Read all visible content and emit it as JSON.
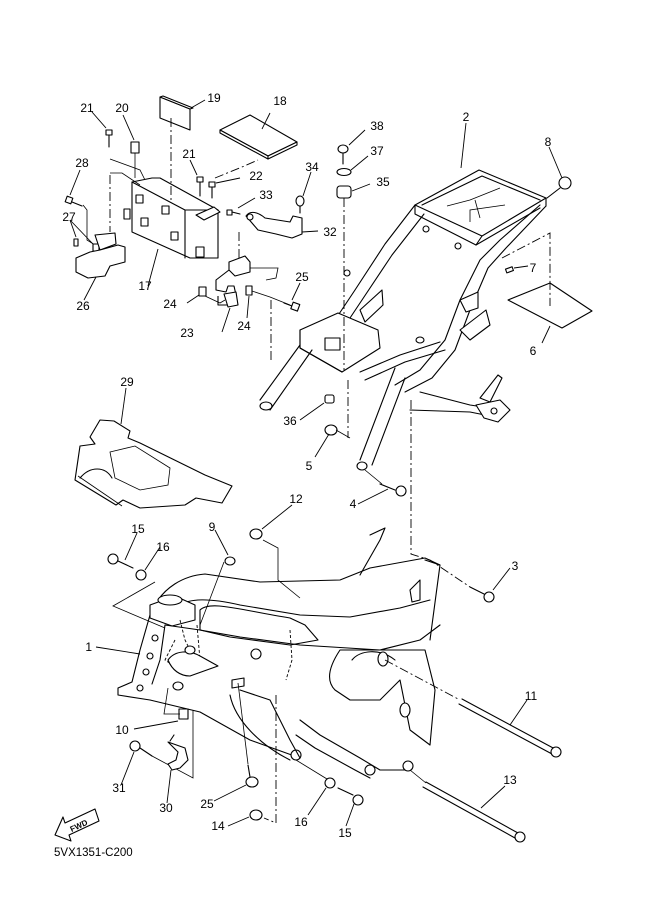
{
  "diagram": {
    "title": "Frame exploded parts diagram",
    "drawing_code": "5VX1351-C200",
    "direction_indicator": "FWD",
    "callouts": [
      {
        "id": "c1",
        "label": "1"
      },
      {
        "id": "c2",
        "label": "2"
      },
      {
        "id": "c3",
        "label": "3"
      },
      {
        "id": "c4",
        "label": "4"
      },
      {
        "id": "c5",
        "label": "5"
      },
      {
        "id": "c6",
        "label": "6"
      },
      {
        "id": "c7",
        "label": "7"
      },
      {
        "id": "c8",
        "label": "8"
      },
      {
        "id": "c9",
        "label": "9"
      },
      {
        "id": "c10",
        "label": "10"
      },
      {
        "id": "c11",
        "label": "11"
      },
      {
        "id": "c12",
        "label": "12"
      },
      {
        "id": "c13",
        "label": "13"
      },
      {
        "id": "c14",
        "label": "14"
      },
      {
        "id": "c15a",
        "label": "15"
      },
      {
        "id": "c15b",
        "label": "15"
      },
      {
        "id": "c16a",
        "label": "16"
      },
      {
        "id": "c16b",
        "label": "16"
      },
      {
        "id": "c17",
        "label": "17"
      },
      {
        "id": "c18",
        "label": "18"
      },
      {
        "id": "c19",
        "label": "19"
      },
      {
        "id": "c20",
        "label": "20"
      },
      {
        "id": "c21a",
        "label": "21"
      },
      {
        "id": "c21b",
        "label": "21"
      },
      {
        "id": "c22",
        "label": "22"
      },
      {
        "id": "c23",
        "label": "23"
      },
      {
        "id": "c24a",
        "label": "24"
      },
      {
        "id": "c24b",
        "label": "24"
      },
      {
        "id": "c25a",
        "label": "25"
      },
      {
        "id": "c25b",
        "label": "25"
      },
      {
        "id": "c26",
        "label": "26"
      },
      {
        "id": "c27",
        "label": "27"
      },
      {
        "id": "c28",
        "label": "28"
      },
      {
        "id": "c29",
        "label": "29"
      },
      {
        "id": "c30",
        "label": "30"
      },
      {
        "id": "c31",
        "label": "31"
      },
      {
        "id": "c32",
        "label": "32"
      },
      {
        "id": "c33",
        "label": "33"
      },
      {
        "id": "c34",
        "label": "34"
      },
      {
        "id": "c35",
        "label": "35"
      },
      {
        "id": "c36",
        "label": "36"
      },
      {
        "id": "c37",
        "label": "37"
      },
      {
        "id": "c38",
        "label": "38"
      }
    ]
  }
}
